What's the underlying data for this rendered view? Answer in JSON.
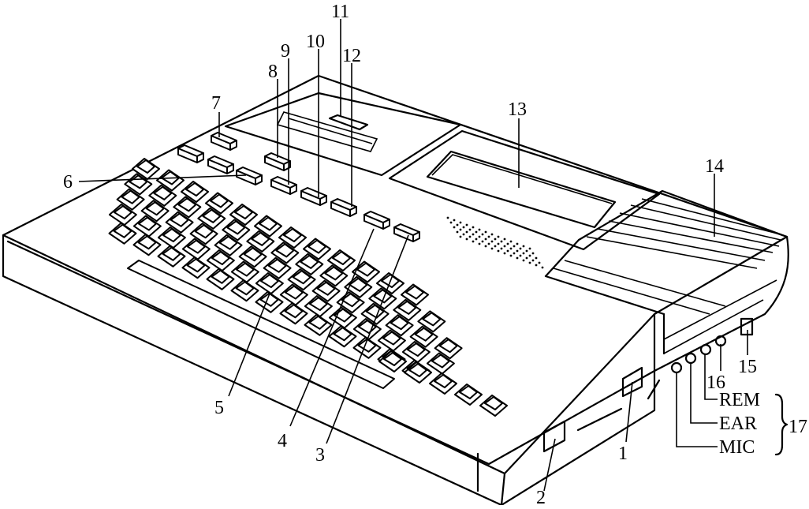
{
  "callouts": {
    "c1": "1",
    "c2": "2",
    "c3": "3",
    "c4": "4",
    "c5": "5",
    "c6": "6",
    "c7": "7",
    "c8": "8",
    "c9": "9",
    "c10": "10",
    "c11": "11",
    "c12": "12",
    "c13": "13",
    "c14": "14",
    "c15": "15",
    "c16": "16",
    "c17": "17"
  },
  "ports": {
    "rem": "REM",
    "ear": "EAR",
    "mic": "MIC"
  }
}
